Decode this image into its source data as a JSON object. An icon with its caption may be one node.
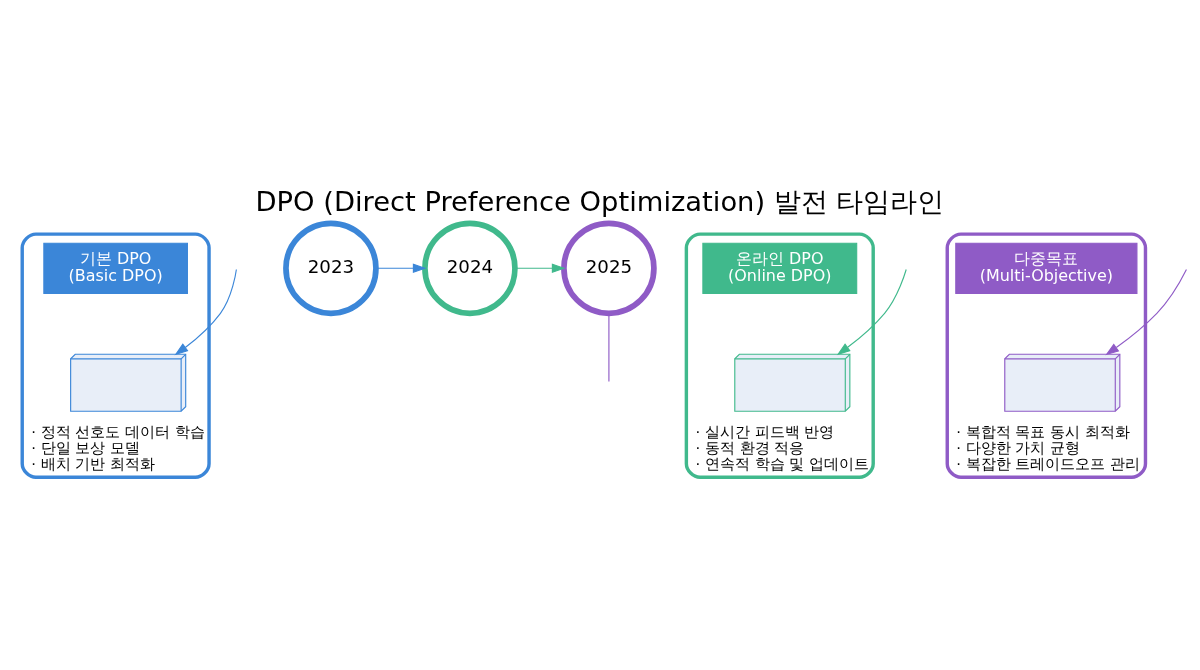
{
  "diagram": {
    "title": "DPO (Direct Preference Optimization) 발전 타임라인",
    "nodes": [
      {
        "text": [
          "· 정적 선호도 데이터 학습",
          "· 단일 보상 모델",
          "· 배치 기반 최적화"
        ]
      },
      {
        "text": [
          "기본 DPO",
          "(Basic DPO)"
        ],
        "in": 0
      },
      {
        "text": [],
        "shape": "picture",
        "in": 0
      },
      {
        "text": [
          "2023"
        ]
      },
      {
        "text": [
          "· 실시간 피드백 반영",
          "· 동적 환경 적응",
          "· 연속적 학습 및 업데이트"
        ]
      },
      {
        "text": [
          "온라인 DPO",
          "(Online DPO)"
        ],
        "in": 4
      },
      {
        "text": [],
        "shape": "picture",
        "in": 4
      },
      {
        "text": [
          "2024"
        ]
      },
      {
        "text": [
          "· 복합적 목표 동시 최적화",
          "· 다양한 가치 균형",
          "· 복잡한 트레이드오프 관리"
        ]
      },
      {
        "text": [
          "다중목표",
          "(Multi-Objective)"
        ],
        "in": 8
      },
      {
        "text": [],
        "shape": "picture",
        "in": 8
      },
      {
        "text": [
          "2025"
        ]
      }
    ],
    "edges": [
      {
        "from": 3,
        "to": 7,
        "arrow": "to",
        "color": "#3b86d8"
      },
      {
        "from": 7,
        "to": 11,
        "arrow": "to",
        "color": "#40b98c"
      },
      {
        "from": 11,
        "to": null,
        "arrow": "none",
        "color": "#8f5bc6"
      },
      {
        "from": null,
        "to": 2,
        "arrow": "to",
        "color": "#3b86d8"
      },
      {
        "from": null,
        "to": 6,
        "arrow": "to",
        "color": "#40b98c"
      },
      {
        "from": null,
        "to": 10,
        "arrow": "to",
        "color": "#8f5bc6"
      }
    ]
  }
}
